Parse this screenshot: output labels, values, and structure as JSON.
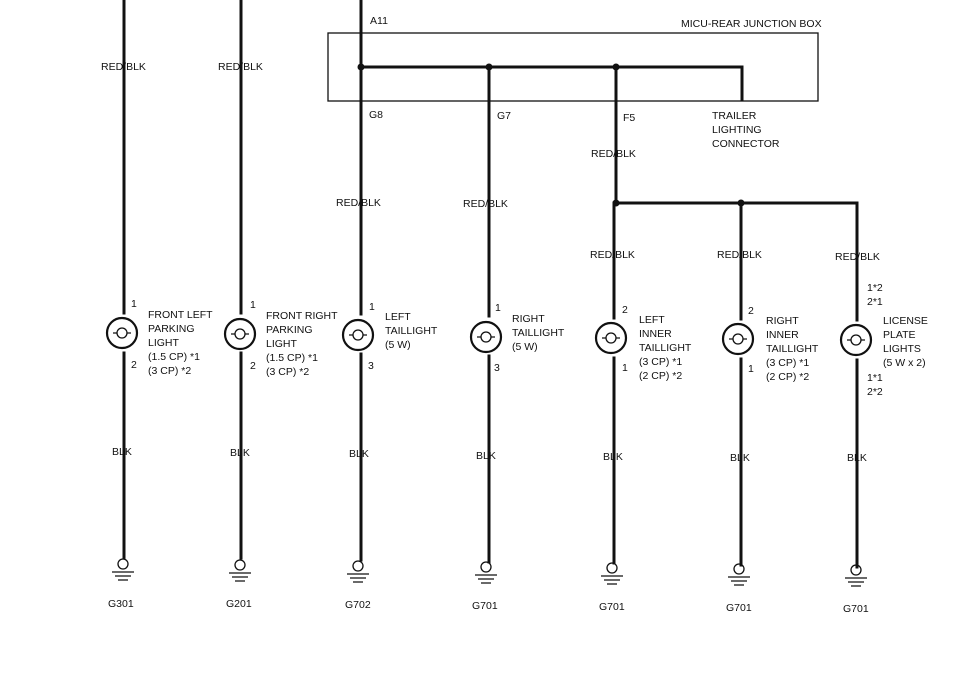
{
  "junction_box": {
    "title": "MICU-REAR JUNCTION BOX",
    "input_pin": "A11",
    "pins": [
      "G8",
      "G7",
      "F5"
    ],
    "trailer_label": [
      "TRAILER",
      "LIGHTING",
      "CONNECTOR"
    ]
  },
  "circuits": [
    {
      "id": "front-left-parking",
      "upper_wire": "RED/BLK",
      "pin_top": "1",
      "pin_bottom": "2",
      "label_lines": [
        "FRONT LEFT",
        "PARKING",
        "LIGHT",
        "(1.5 CP) *1",
        "(3 CP) *2"
      ],
      "lower_wire": "BLK",
      "ground": "G301"
    },
    {
      "id": "front-right-parking",
      "upper_wire": "RED/BLK",
      "pin_top": "1",
      "pin_bottom": "2",
      "label_lines": [
        "FRONT RIGHT",
        "PARKING",
        "LIGHT",
        "(1.5 CP) *1",
        "(3 CP) *2"
      ],
      "lower_wire": "BLK",
      "ground": "G201"
    },
    {
      "id": "left-taillight",
      "upper_wire": "RED/BLK",
      "pin_top": "1",
      "pin_bottom": "3",
      "label_lines": [
        "LEFT",
        "TAILLIGHT",
        "(5 W)"
      ],
      "lower_wire": "BLK",
      "ground": "G702"
    },
    {
      "id": "right-taillight",
      "upper_wire": "RED/BLK",
      "pin_top": "1",
      "pin_bottom": "3",
      "label_lines": [
        "RIGHT",
        "TAILLIGHT",
        "(5 W)"
      ],
      "lower_wire": "BLK",
      "ground": "G701"
    },
    {
      "id": "left-inner-taillight",
      "upper_wire": "RED/BLK",
      "pin_top": "2",
      "pin_bottom": "1",
      "label_lines": [
        "LEFT",
        "INNER",
        "TAILLIGHT",
        "(3 CP) *1",
        "(2 CP) *2"
      ],
      "lower_wire": "BLK",
      "ground": "G701"
    },
    {
      "id": "right-inner-taillight",
      "upper_wire": "RED/BLK",
      "pin_top": "2",
      "pin_bottom": "1",
      "label_lines": [
        "RIGHT",
        "INNER",
        "TAILLIGHT",
        "(3 CP) *1",
        "(2 CP) *2"
      ],
      "lower_wire": "BLK",
      "ground": "G701"
    },
    {
      "id": "license-plate-lights",
      "upper_wire": "RED/BLK",
      "pin_top_lines": [
        "1*2",
        "2*1"
      ],
      "pin_bottom_lines": [
        "1*1",
        "2*2"
      ],
      "label_lines": [
        "LICENSE",
        "PLATE",
        "LIGHTS",
        "(5 W x 2)"
      ],
      "lower_wire": "BLK",
      "ground": "G701"
    }
  ],
  "f5_wire": "RED/BLK"
}
